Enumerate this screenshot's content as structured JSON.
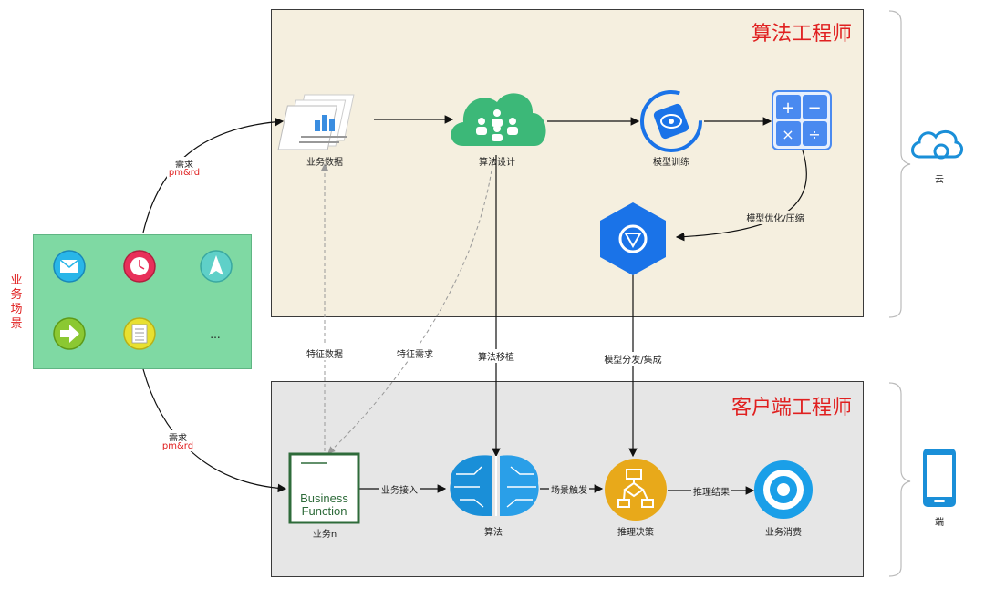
{
  "panels": {
    "cloud_title": "算法工程师",
    "device_title": "客户端工程师"
  },
  "scene": {
    "label": "业务场景",
    "more": "..."
  },
  "nodes": {
    "business_data": "业务数据",
    "algo_design": "算法设计",
    "model_training": "模型训练",
    "business_n": "业务n",
    "algorithm": "算法",
    "inference": "推理决策",
    "consumption": "业务消费",
    "bf_line1": "Business",
    "bf_line2": "Function"
  },
  "edges": {
    "demand_top": "需求",
    "pmrd_top": "pm&rd",
    "demand_bottom": "需求",
    "pmrd_bottom": "pm&rd",
    "model_opt": "模型优化/压缩",
    "feature_data": "特征数据",
    "feature_demand": "特征需求",
    "algo_port": "算法移植",
    "model_dist": "模型分发/集成",
    "biz_access": "业务接入",
    "scene_trigger": "场景触发",
    "infer_result": "推理结果"
  },
  "side": {
    "cloud": "云",
    "device": "端"
  },
  "colors": {
    "accent_red": "#e02020",
    "cloud_panel": "#f5efdf",
    "device_panel": "#e6e6e6",
    "scene_green": "#7fd9a3",
    "algo_green": "#3cb878",
    "blue": "#1a73e8",
    "gold": "#e8a91a"
  }
}
